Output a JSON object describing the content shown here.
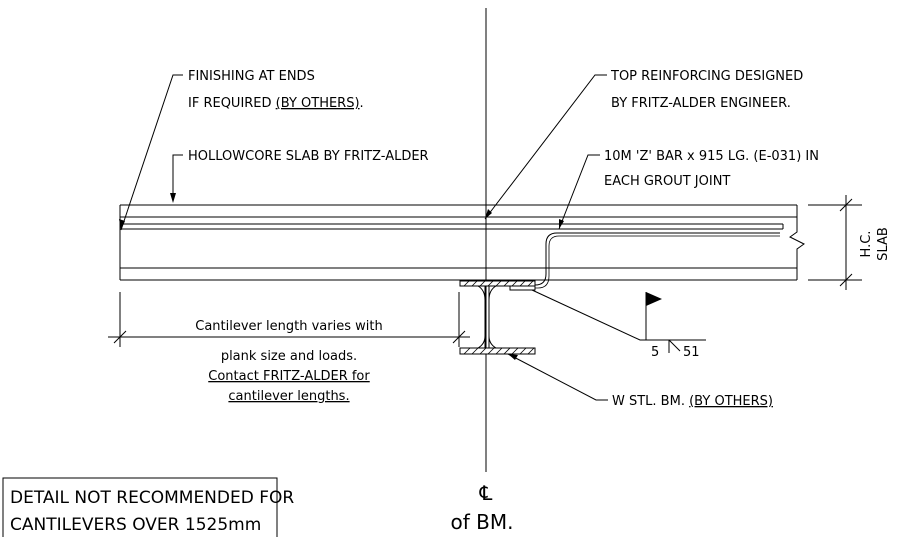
{
  "notes": {
    "finishing_line1": "FINISHING AT ENDS",
    "finishing_line2": "IF REQUIRED",
    "finishing_by_others": "(BY OTHERS)",
    "finishing_end": ".",
    "hollowcore": "HOLLOWCORE SLAB BY FRITZ-ALDER",
    "top_reinf_line1": "TOP REINFORCING DESIGNED",
    "top_reinf_line2": "BY FRITZ-ALDER ENGINEER.",
    "zbar_line1": "10M 'Z' BAR x 915 LG. (E-031) IN",
    "zbar_line2": "EACH GROUT JOINT",
    "hc_label": "H.C.",
    "slab_label": "SLAB",
    "cantilever_line1": "Cantilever length varies with",
    "cantilever_line2": "plank size and loads.",
    "cantilever_line3": "Contact FRITZ-ALDER for",
    "cantilever_line4": "cantilever lengths.",
    "weld_size": "5",
    "weld_length": "51",
    "steel_beam": "W STL. BM.",
    "steel_beam_by_others": "(BY OTHERS)",
    "centerline_symbol": "℄",
    "centerline_label": "of BM.",
    "warning_line1": "DETAIL NOT RECOMMENDED FOR",
    "warning_line2": "CANTILEVERS OVER 1525mm"
  }
}
